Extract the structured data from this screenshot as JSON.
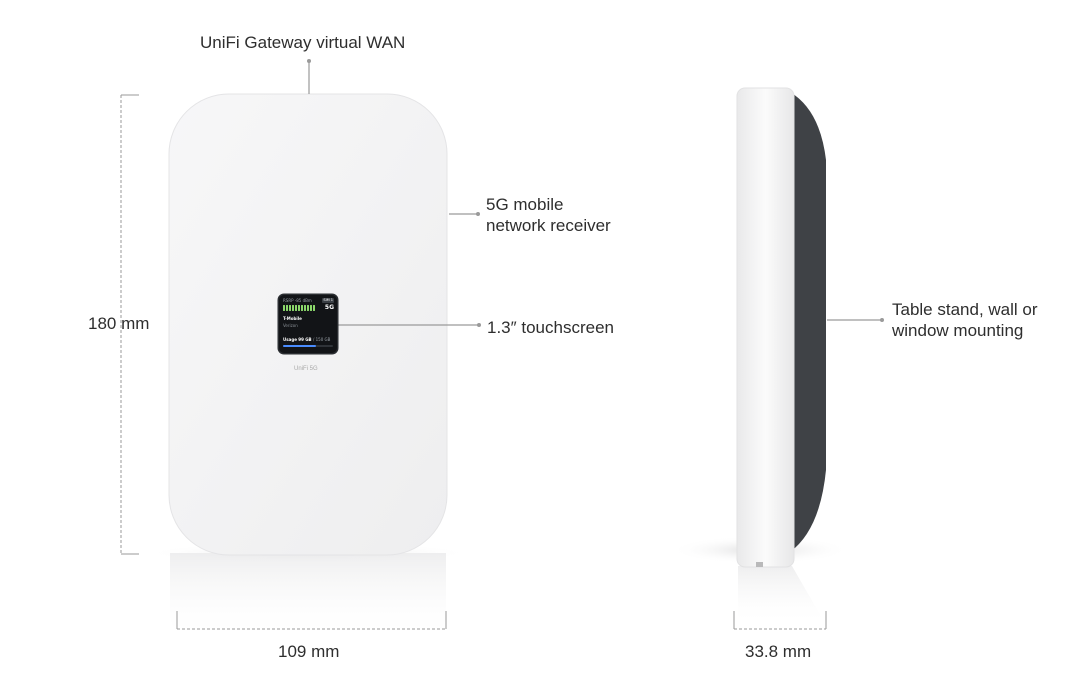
{
  "labels": {
    "wan": "UniFi Gateway virtual WAN",
    "receiver_line1": "5G mobile",
    "receiver_line2": "network receiver",
    "touchscreen": "1.3″ touchscreen",
    "mount_line1": "Table stand, wall or",
    "mount_line2": "window mounting"
  },
  "dimensions": {
    "height": "180 mm",
    "width": "109 mm",
    "depth": "33.8 mm"
  },
  "device": {
    "logo": "UniFi 5G",
    "screen": {
      "rsrp": "RSRP -85 dBm",
      "sim": "SIM 1",
      "generation": "5G",
      "carrier": "T-Mobile",
      "carrier2": "Verizon",
      "usage": "Usage 99 GB",
      "usage_total": "/ 150 GB",
      "usage_fraction": 0.66
    }
  },
  "colors": {
    "body": "#f3f3f4",
    "side_dark": "#3f4246",
    "screen": "#121417",
    "callout_line": "#9a9a9a"
  }
}
